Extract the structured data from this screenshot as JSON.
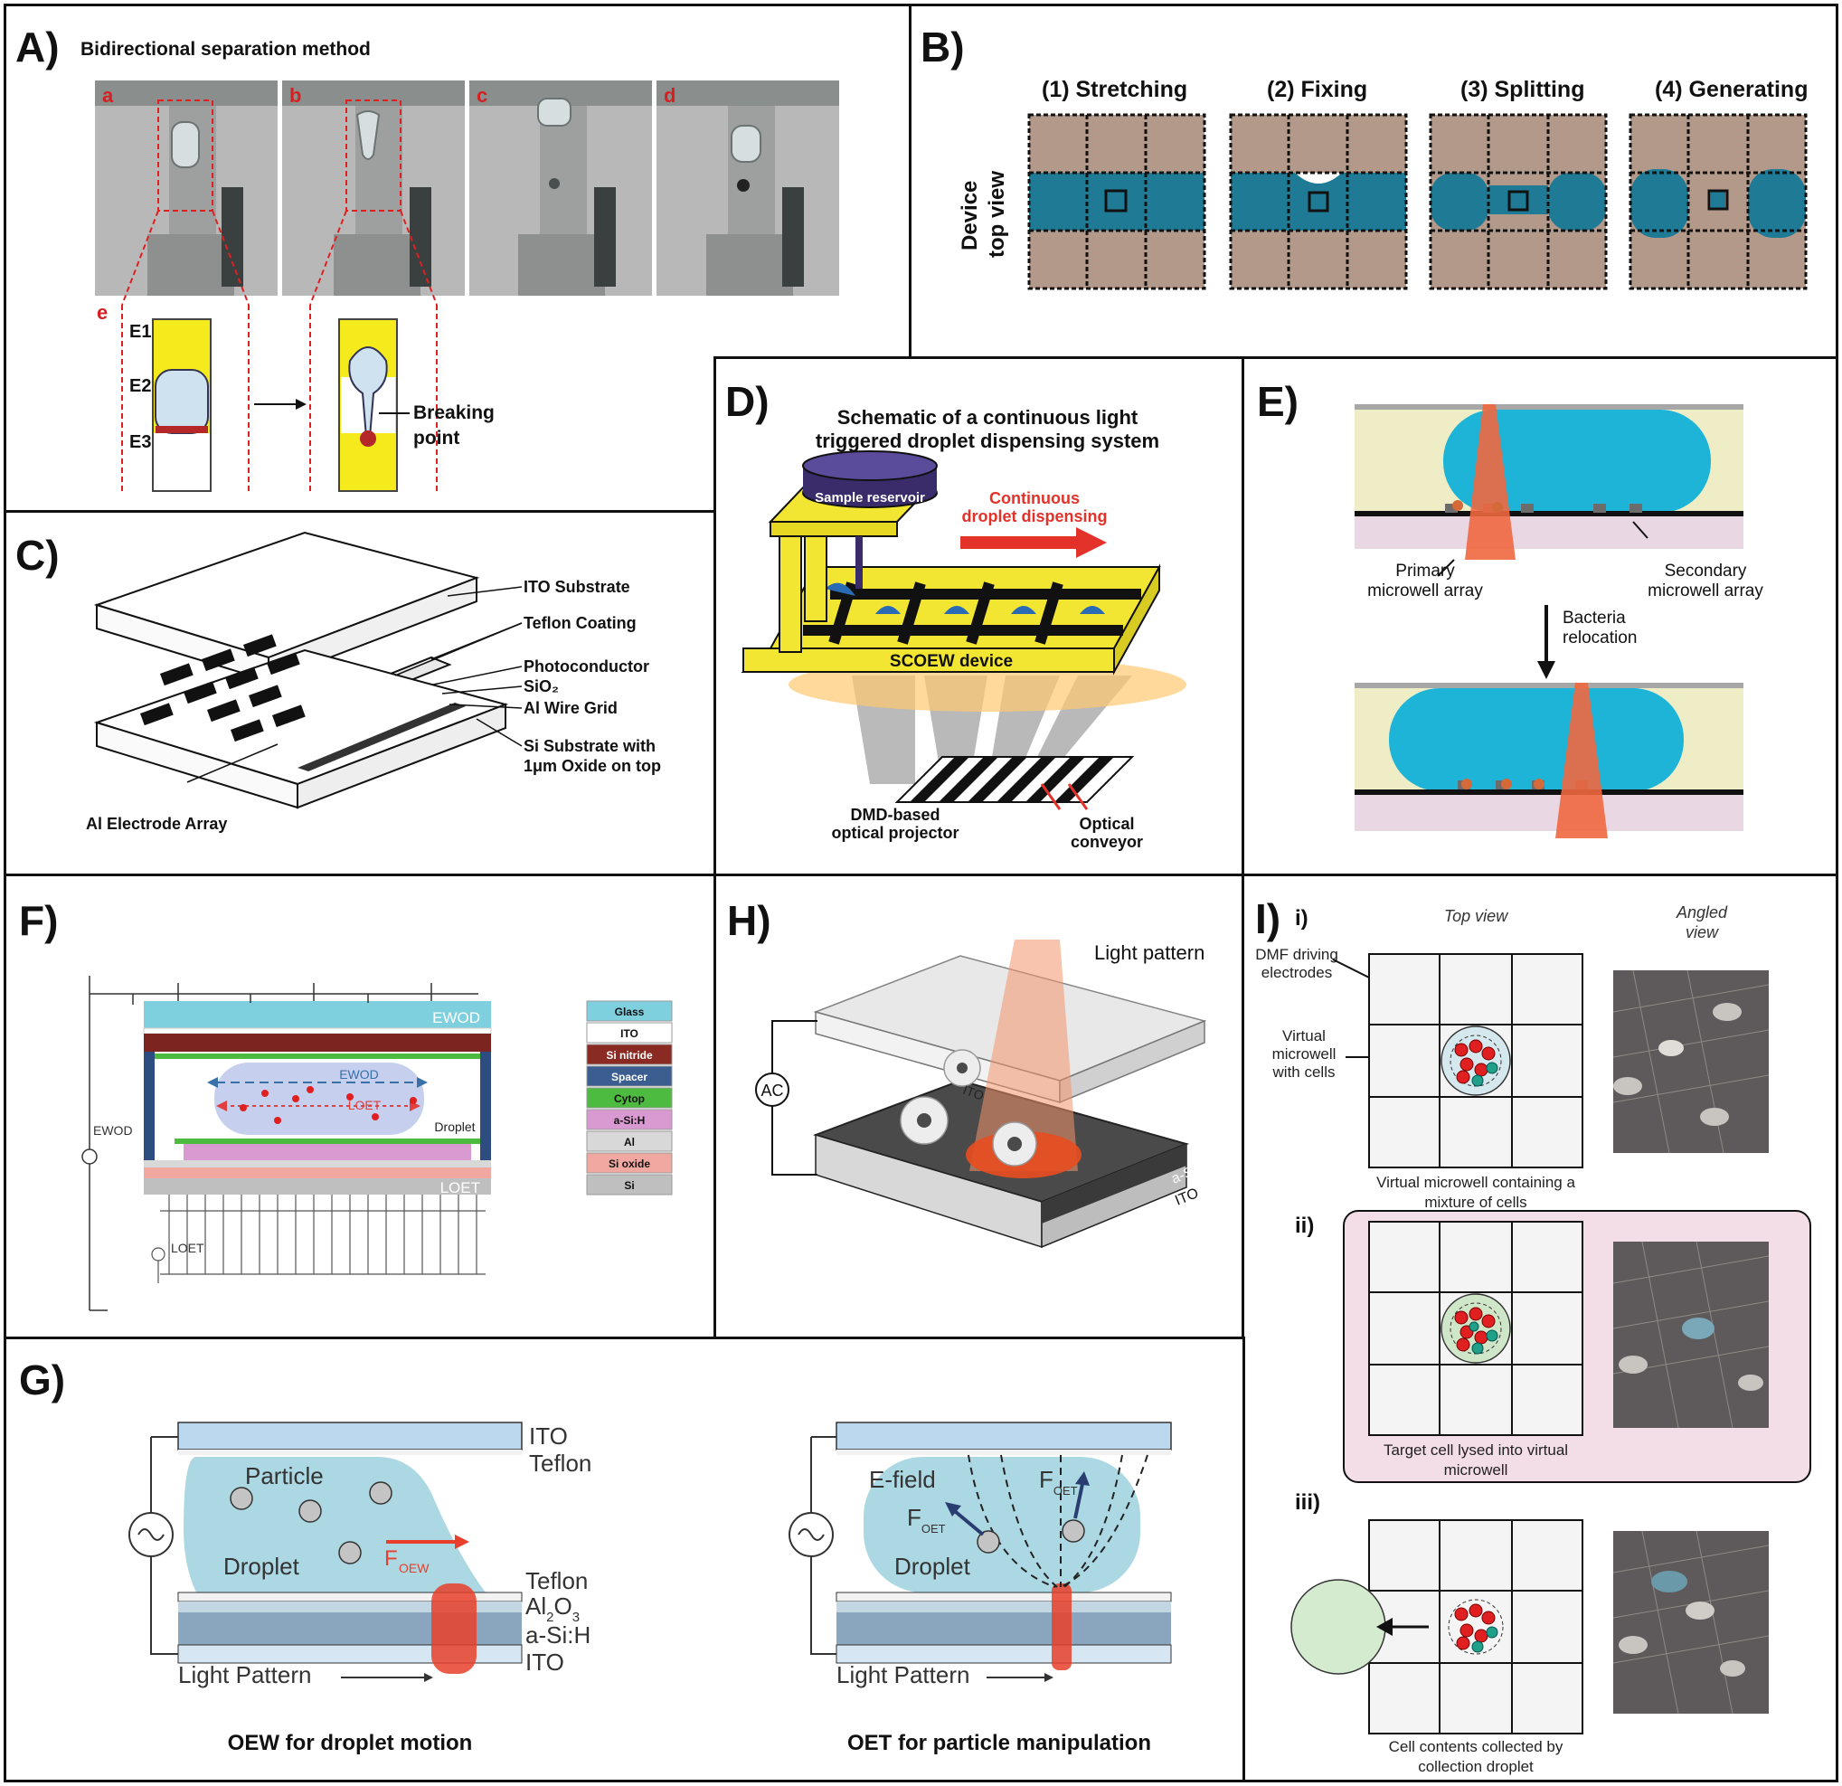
{
  "panels": {
    "A": {
      "label": "A)",
      "title": "Bidirectional separation method",
      "photo_labels": [
        "a",
        "b",
        "c",
        "d"
      ],
      "sub_label": "e",
      "electrodes": [
        "E1",
        "E2",
        "E3"
      ],
      "breaking_point": [
        "Breaking",
        "point"
      ]
    },
    "B": {
      "label": "B)",
      "steps": [
        "(1) Stretching",
        "(2) Fixing",
        "(3) Splitting",
        "(4) Generating"
      ],
      "side_label": [
        "Device",
        "top view"
      ]
    },
    "C": {
      "label": "C)",
      "layers": [
        "ITO Substrate",
        "Teflon Coating",
        "Photoconductor",
        "SiO₂",
        "Al Wire Grid",
        "Si Substrate with",
        "1μm Oxide on top"
      ],
      "bottom": "Al Electrode Array"
    },
    "D": {
      "label": "D)",
      "title": [
        "Schematic of a continuous light",
        "triggered droplet dispensing system"
      ],
      "reservoir": "Sample reservoir",
      "dispensing": [
        "Continuous",
        "droplet dispensing"
      ],
      "device": "SCOEW device",
      "projector": [
        "DMD-based",
        "optical projector"
      ],
      "conveyor": [
        "Optical",
        "conveyor"
      ]
    },
    "E": {
      "label": "E)",
      "primary": [
        "Primary",
        "microwell array"
      ],
      "secondary": [
        "Secondary",
        "microwell array"
      ],
      "relocation": [
        "Bacteria",
        "relocation"
      ]
    },
    "F": {
      "label": "F)",
      "ewod": "EWOD",
      "loet": "LOET",
      "droplet": "Droplet",
      "ewod_left": "EWOD",
      "loet_src": "LOET",
      "legend": [
        {
          "name": "Glass",
          "color": "#7fd0df"
        },
        {
          "name": "ITO",
          "color": "#ffffff"
        },
        {
          "name": "Si nitride",
          "color": "#8b2a22"
        },
        {
          "name": "Spacer",
          "color": "#3b5d8f"
        },
        {
          "name": "Cytop",
          "color": "#4dbb3f"
        },
        {
          "name": "a-Si:H",
          "color": "#d89ad0"
        },
        {
          "name": "Al",
          "color": "#d8d8d8"
        },
        {
          "name": "Si oxide",
          "color": "#f0a8a0"
        },
        {
          "name": "Si",
          "color": "#bfbfbf"
        }
      ]
    },
    "G": {
      "label": "G)",
      "left": {
        "particle": "Particle",
        "droplet": "Droplet",
        "force": "F",
        "force_sub": "OEW",
        "ito_top": "ITO",
        "teflon_top": "Teflon",
        "teflon_bot": "Teflon",
        "al2o3": "Al",
        "al2o3_sub1": "2",
        "al2o3_o": "O",
        "al2o3_sub2": "3",
        "asih": "a-Si:H",
        "ito_bot": "ITO",
        "light": "Light Pattern",
        "caption": "OEW for droplet motion"
      },
      "right": {
        "efield": "E-field",
        "f1": "F",
        "f1_sub": "OET",
        "f2": "F",
        "f2_sub": "OET",
        "droplet": "Droplet",
        "light": "Light Pattern",
        "caption": "OET for particle manipulation"
      }
    },
    "H": {
      "label": "H)",
      "light": "Light pattern",
      "ac": "AC",
      "ito_top": "ITO",
      "asih": "a-Si:H",
      "ito_bot": "ITO"
    },
    "I": {
      "label": "I)",
      "top_view": "Top view",
      "angled_view": [
        "Angled",
        "view"
      ],
      "dmf": [
        "DMF driving",
        "electrodes"
      ],
      "virtual": [
        "Virtual",
        "microwell",
        "with cells"
      ],
      "steps": [
        {
          "num": "i)",
          "caption": [
            "Virtual microwell containing a",
            "mixture of cells"
          ]
        },
        {
          "num": "ii)",
          "caption": [
            "Target cell lysed into virtual",
            "microwell"
          ]
        },
        {
          "num": "iii)",
          "caption": [
            "Cell contents collected by",
            "collection droplet"
          ]
        }
      ]
    }
  }
}
